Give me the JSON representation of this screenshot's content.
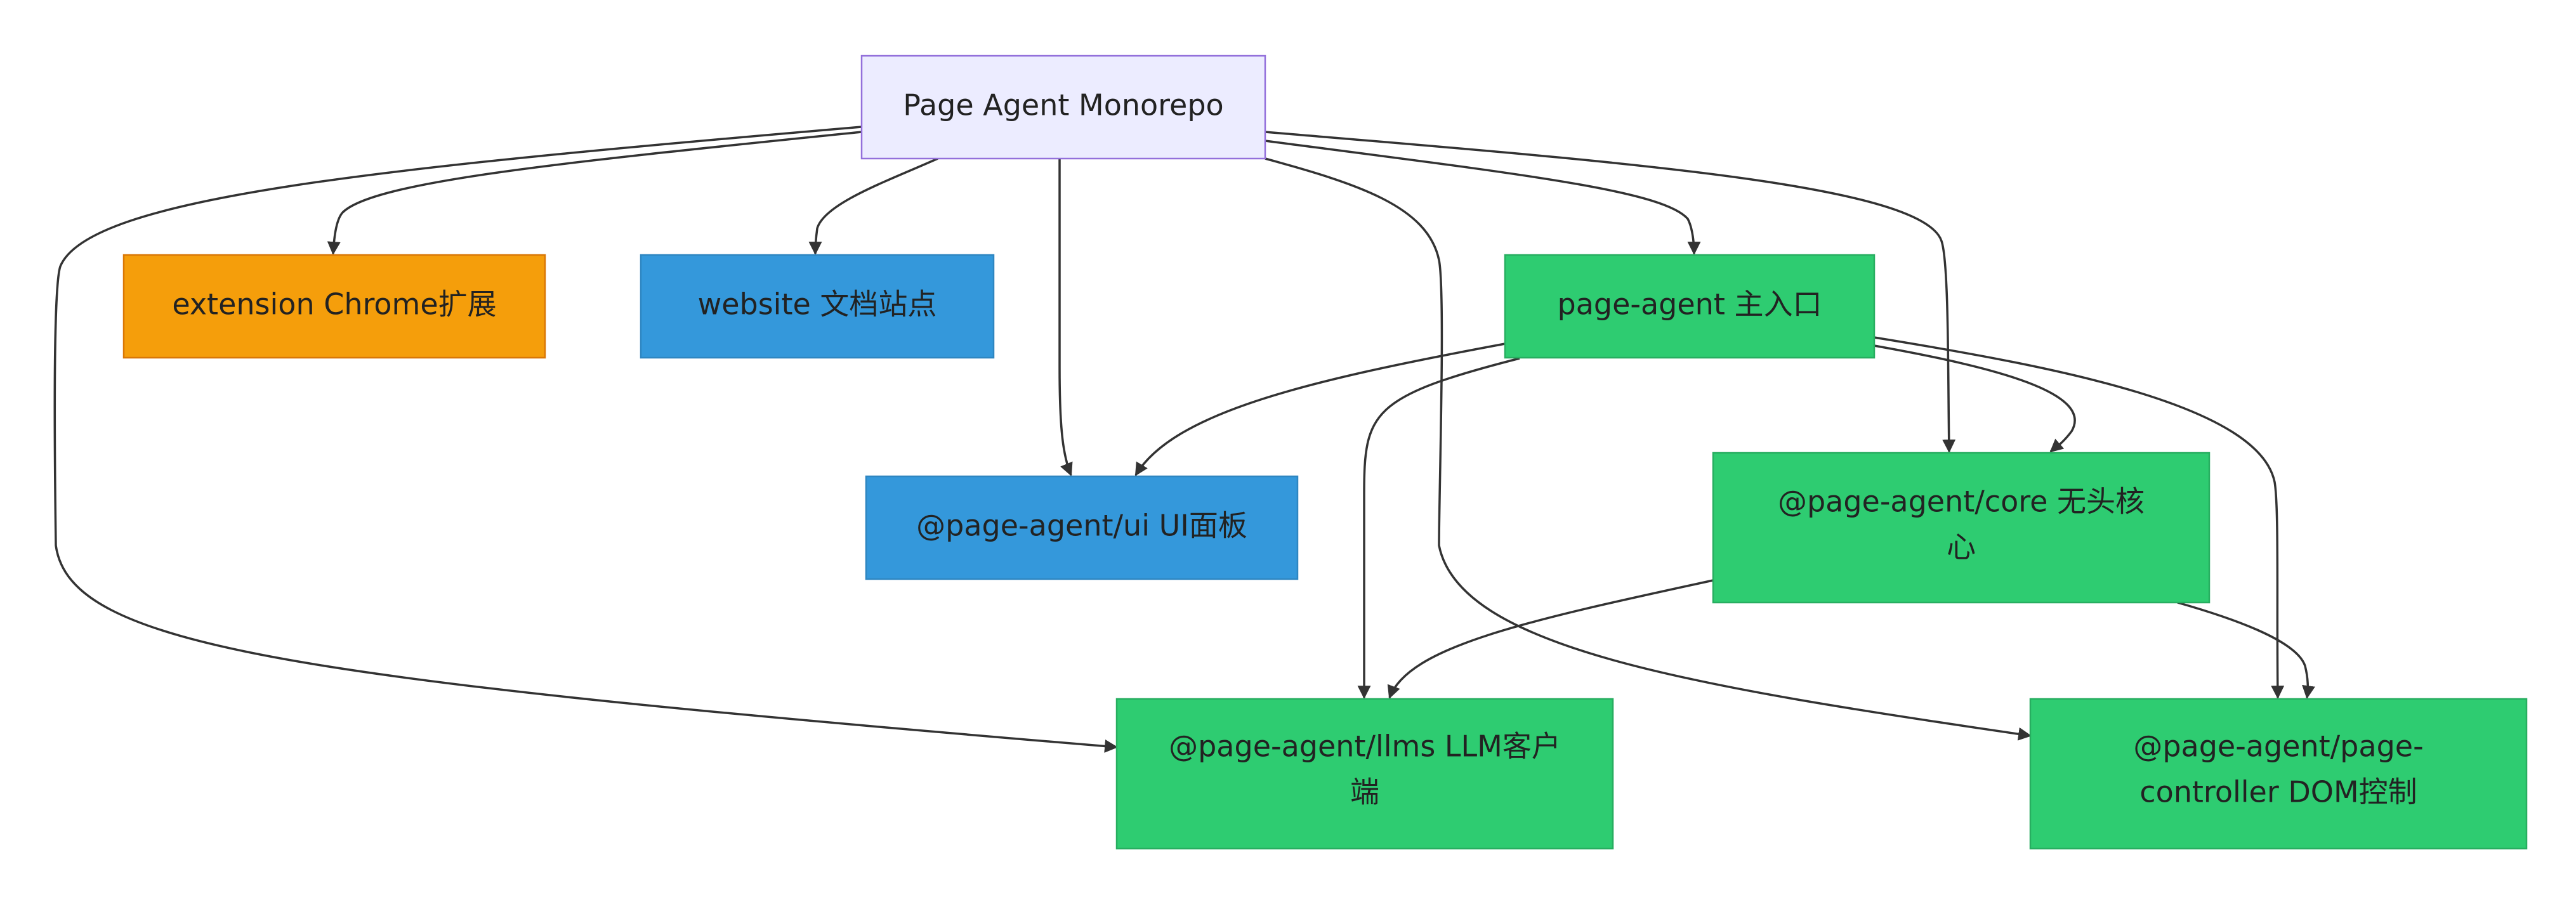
{
  "diagram": {
    "nodes": {
      "root": {
        "lines": [
          "Page Agent Monorepo"
        ],
        "fill": "#ECECFF",
        "stroke": "#9370DB"
      },
      "extension": {
        "lines": [
          "extension Chrome扩展"
        ],
        "fill": "#F59E0B",
        "stroke": "#D97706"
      },
      "website": {
        "lines": [
          "website 文档站点"
        ],
        "fill": "#3498DB",
        "stroke": "#2E86C1"
      },
      "pageAgent": {
        "lines": [
          "page-agent 主入口"
        ],
        "fill": "#2ECC71",
        "stroke": "#27AE60"
      },
      "ui": {
        "lines": [
          "@page-agent/ui UI面板"
        ],
        "fill": "#3498DB",
        "stroke": "#2E86C1"
      },
      "core": {
        "lines": [
          "@page-agent/core 无头核",
          "心"
        ],
        "fill": "#2ECC71",
        "stroke": "#27AE60"
      },
      "llms": {
        "lines": [
          "@page-agent/llms LLM客户",
          "端"
        ],
        "fill": "#2ECC71",
        "stroke": "#27AE60"
      },
      "controller": {
        "lines": [
          "@page-agent/page-",
          "controller DOM控制"
        ],
        "fill": "#2ECC71",
        "stroke": "#27AE60"
      }
    },
    "edges": [
      {
        "from": "root",
        "to": "extension"
      },
      {
        "from": "root",
        "to": "website"
      },
      {
        "from": "root",
        "to": "ui"
      },
      {
        "from": "root",
        "to": "pageAgent"
      },
      {
        "from": "root",
        "to": "core"
      },
      {
        "from": "root",
        "to": "llms"
      },
      {
        "from": "root",
        "to": "controller"
      },
      {
        "from": "pageAgent",
        "to": "ui"
      },
      {
        "from": "pageAgent",
        "to": "core"
      },
      {
        "from": "pageAgent",
        "to": "llms"
      },
      {
        "from": "pageAgent",
        "to": "controller"
      },
      {
        "from": "core",
        "to": "llms"
      },
      {
        "from": "core",
        "to": "controller"
      }
    ]
  }
}
